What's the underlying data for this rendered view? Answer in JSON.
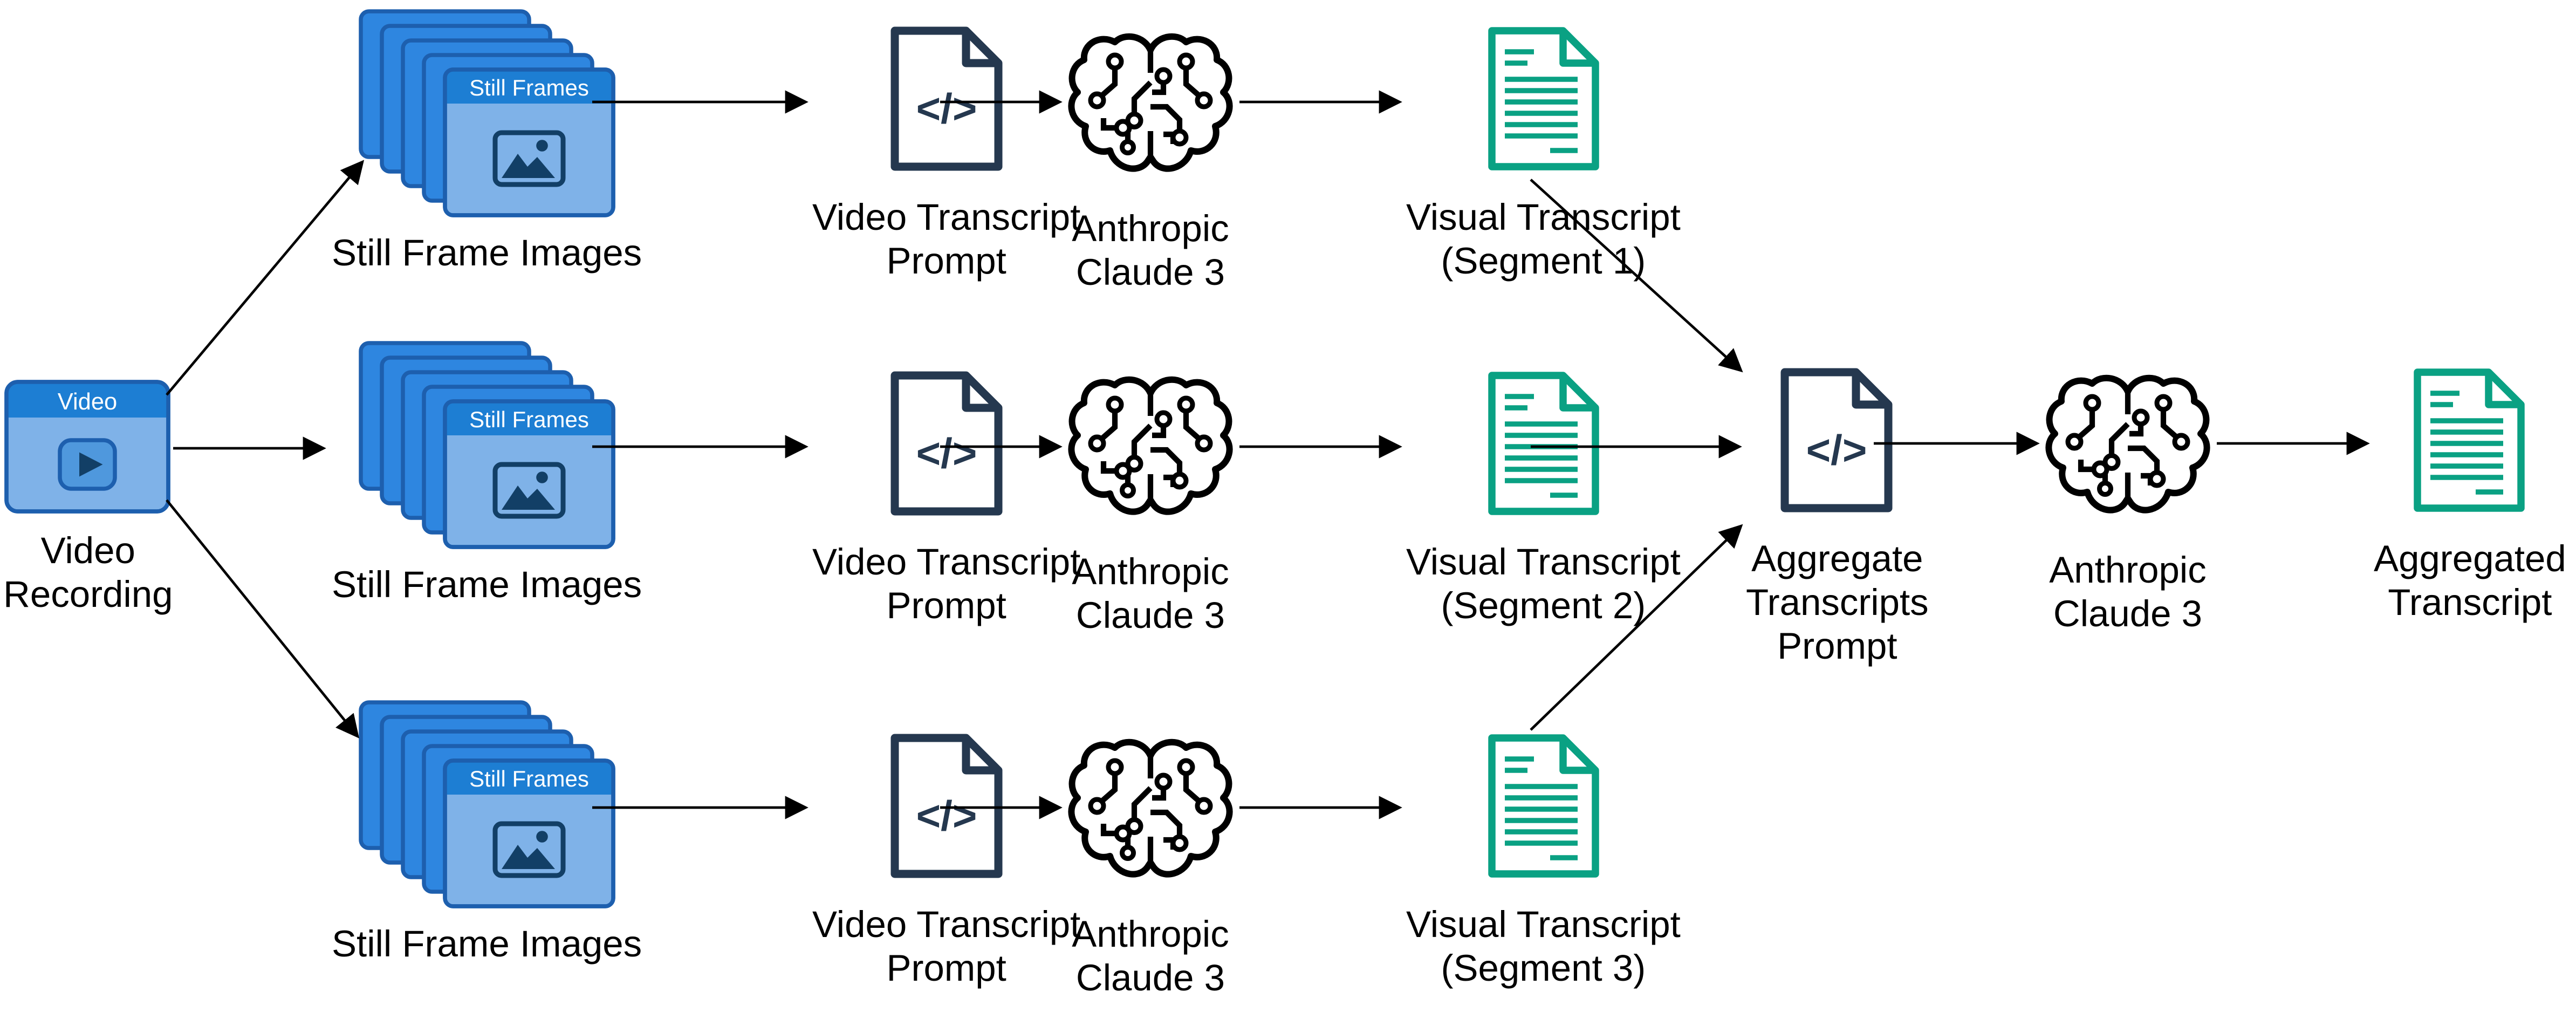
{
  "source": {
    "header": "Video",
    "label": "Video\nRecording"
  },
  "branches": [
    {
      "stack_header": "Still Frames",
      "stack_label": "Still Frame Images",
      "prompt_label": "Video Transcript\nPrompt",
      "model_label": "Anthropic\nClaude 3",
      "output_label": "Visual Transcript\n(Segment 1)"
    },
    {
      "stack_header": "Still Frames",
      "stack_label": "Still Frame Images",
      "prompt_label": "Video Transcript\nPrompt",
      "model_label": "Anthropic\nClaude 3",
      "output_label": "Visual Transcript\n(Segment 2)"
    },
    {
      "stack_header": "Still Frames",
      "stack_label": "Still Frame Images",
      "prompt_label": "Video Transcript\nPrompt",
      "model_label": "Anthropic\nClaude 3",
      "output_label": "Visual Transcript\n(Segment 3)"
    }
  ],
  "aggregate": {
    "prompt_label": "Aggregate\nTranscripts\nPrompt",
    "model_label": "Anthropic\nClaude 3",
    "output_label": "Aggregated\nTranscript"
  },
  "icons": {
    "code_glyph": "</>",
    "video_play_icon": "play-button",
    "still_frames_icon": "picture",
    "prompt_icon": "code-document",
    "model_icon": "brain-circuit",
    "output_icon": "text-document"
  },
  "colors": {
    "blue_header": "#1d7ed3",
    "blue_body": "#7fb2e8",
    "blue_card": "#2e86e0",
    "blue_border": "#1d5fae",
    "navy": "#25384f",
    "green": "#0aa183",
    "arrow": "#000000",
    "background": "#ffffff"
  }
}
